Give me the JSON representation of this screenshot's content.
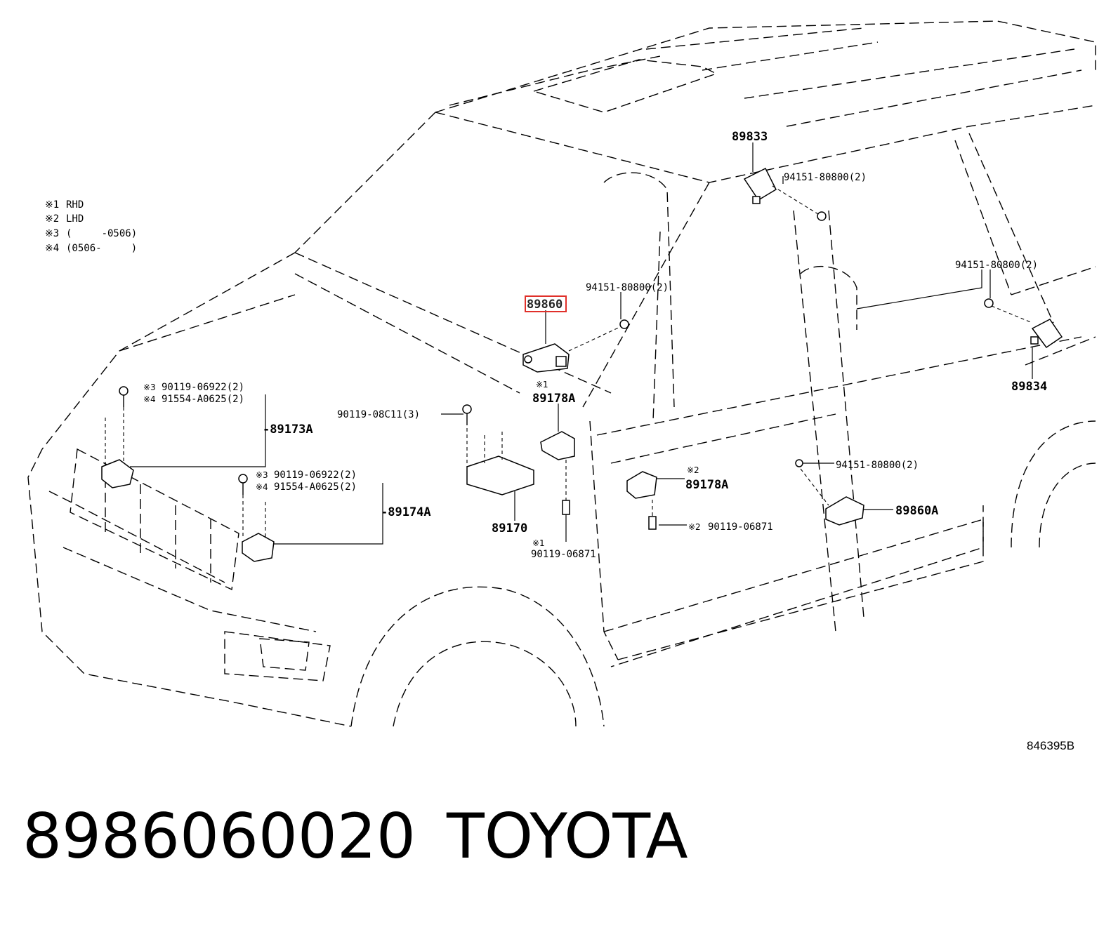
{
  "legend": [
    {
      "mark": "※1",
      "text": "RHD"
    },
    {
      "mark": "※2",
      "text": "LHD"
    },
    {
      "mark": "※3",
      "text": "(     -0506)"
    },
    {
      "mark": "※4",
      "text": "(0506-     )"
    }
  ],
  "callouts": {
    "c89833": "89833",
    "c94151_a": "94151-80800(2)",
    "c94151_b": "94151-80800(2)",
    "c94151_c": "94151-80800(2)",
    "c94151_d": "94151-80800(2)",
    "c89860": "89860",
    "c89834": "89834",
    "c89178A_1": "89178A",
    "c89178A_2": "89178A",
    "c90119_08C11": "90119-08C11(3)",
    "c89173A": "-89173A",
    "c89174A": "-89174A",
    "c90119_06922_a": "90119-06922(2)",
    "c91554_a": "91554-A0625(2)",
    "c90119_06922_b": "90119-06922(2)",
    "c91554_b": "91554-A0625(2)",
    "c89170": "89170",
    "c90119_06871_a": "90119-06871",
    "c90119_06871_b": "90119-06871",
    "c89860A": "89860A"
  },
  "marks": {
    "m3a": "※3",
    "m4a": "※4",
    "m3b": "※3",
    "m4b": "※4",
    "m1a": "※1",
    "m1b": "※1",
    "m2a": "※2",
    "m2b": "※2"
  },
  "highlight_color": "#e0302a",
  "diagram_code": "846395B",
  "footer": {
    "part_number": "8986060020",
    "brand": "TOYOTA"
  }
}
